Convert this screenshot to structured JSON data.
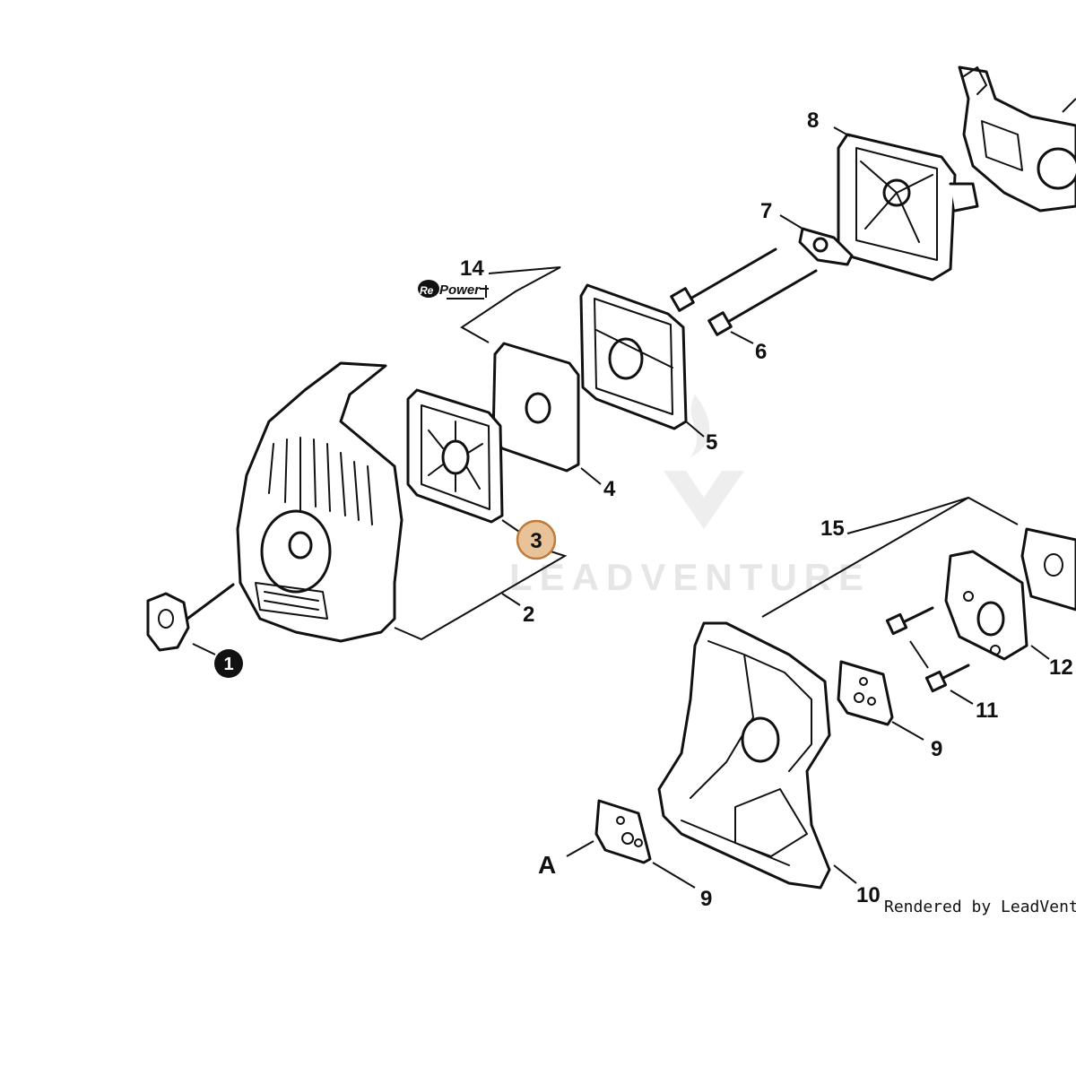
{
  "callouts": {
    "c1": "1",
    "c2": "2",
    "c3": "3",
    "c4": "4",
    "c5": "5",
    "c6": "6",
    "c7": "7",
    "c8": "8",
    "c9a": "9",
    "c9b": "9",
    "c10": "10",
    "c11": "11",
    "c12": "12",
    "c14": "14",
    "c15": "15",
    "cA": "A"
  },
  "highlight_color": "#e8c39a",
  "highlight_border": "#c07a3a",
  "brand_logo": "RePower",
  "watermark": "LEADVENTURE",
  "credit": "Rendered by LeadVenture,"
}
